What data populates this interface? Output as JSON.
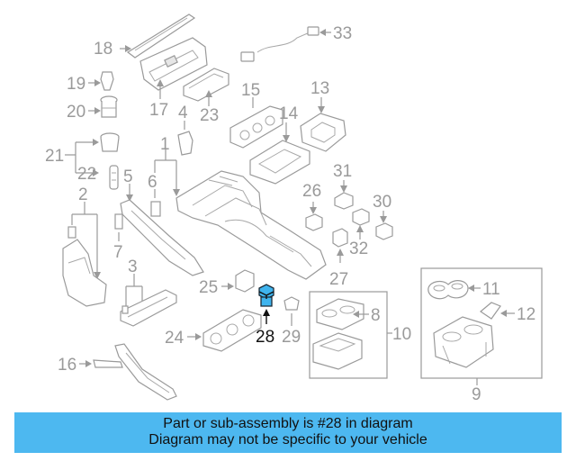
{
  "diagram": {
    "callouts": {
      "n1": "1",
      "n2": "2",
      "n3": "3",
      "n4": "4",
      "n5": "5",
      "n6": "6",
      "n7": "7",
      "n8": "8",
      "n9": "9",
      "n10": "10",
      "n11": "11",
      "n12": "12",
      "n13": "13",
      "n14": "14",
      "n15": "15",
      "n16": "16",
      "n17": "17",
      "n18": "18",
      "n19": "19",
      "n20": "20",
      "n21": "21",
      "n22": "22",
      "n23": "23",
      "n24": "24",
      "n25": "25",
      "n26": "26",
      "n27": "27",
      "n28": "28",
      "n29": "29",
      "n30": "30",
      "n31": "31",
      "n32": "32",
      "n33": "33"
    },
    "highlighted_part": "28",
    "highlight_color": "#3fb4ee",
    "line_color": "#9a9a9a"
  },
  "banner": {
    "line1": "Part or sub-assembly is #28 in diagram",
    "line2": "Diagram may not be specific to your vehicle",
    "background": "#4db8f0"
  }
}
